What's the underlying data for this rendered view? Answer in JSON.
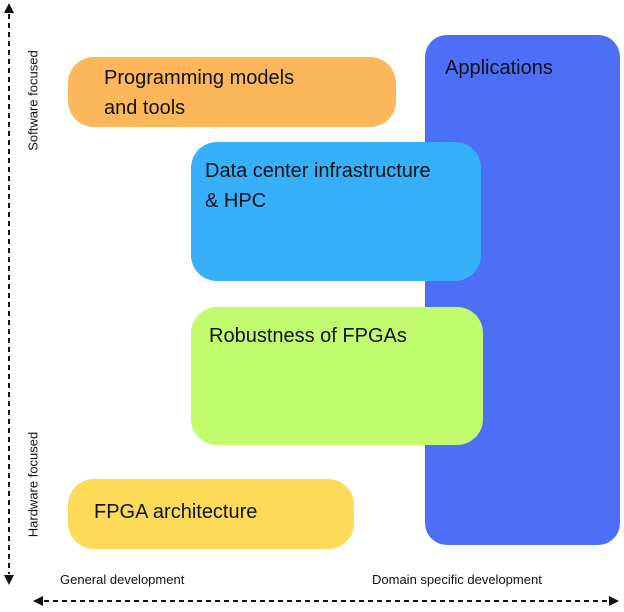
{
  "boxes": {
    "applications": {
      "label": "Applications",
      "color": "#4d6ef7"
    },
    "programming": {
      "label": "Programming models\nand tools",
      "color": "#fbb759"
    },
    "datacenter": {
      "label": "Data center infrastructure\n & HPC",
      "color": "#37b0fb"
    },
    "robustness": {
      "label": "Robustness of FPGAs",
      "color": "#c1fc6f"
    },
    "fpga_architecture": {
      "label": "FPGA architecture",
      "color": "#fddb58"
    }
  },
  "axes": {
    "vertical_top_label": "Software focused",
    "vertical_bottom_label": "Hardware focused",
    "horizontal_left_label": "General development",
    "horizontal_right_label": "Domain specific development"
  }
}
